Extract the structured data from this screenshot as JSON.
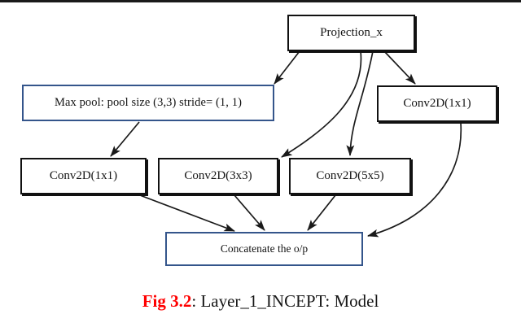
{
  "figure": {
    "caption_figure_number": "Fig 3.2",
    "caption_text": ": Layer_1_INCEPT: Model",
    "caption_number_color": "#ff0000",
    "caption_text_color": "#161616"
  },
  "colors": {
    "node_border_black": "#111111",
    "node_border_blue": "#34558b",
    "edge": "#1a1a1a",
    "background": "#ffffff"
  },
  "nodes": [
    {
      "id": "projection",
      "label": "Projection_x",
      "style": "black"
    },
    {
      "id": "maxpool",
      "label": "Max pool: pool size (3,3) stride= (1, 1)",
      "style": "blue"
    },
    {
      "id": "conv1x1_right",
      "label": "Conv2D(1x1)",
      "style": "black"
    },
    {
      "id": "conv1x1_left",
      "label": "Conv2D(1x1)",
      "style": "black"
    },
    {
      "id": "conv3x3",
      "label": "Conv2D(3x3)",
      "style": "black"
    },
    {
      "id": "conv5x5",
      "label": "Conv2D(5x5)",
      "style": "black"
    },
    {
      "id": "concat",
      "label": "Concatenate the o/p",
      "style": "blue"
    }
  ],
  "edges": [
    {
      "from": "projection",
      "to": "maxpool"
    },
    {
      "from": "projection",
      "to": "conv3x3"
    },
    {
      "from": "projection",
      "to": "conv5x5"
    },
    {
      "from": "projection",
      "to": "conv1x1_right"
    },
    {
      "from": "maxpool",
      "to": "conv1x1_left"
    },
    {
      "from": "conv1x1_left",
      "to": "concat"
    },
    {
      "from": "conv3x3",
      "to": "concat"
    },
    {
      "from": "conv5x5",
      "to": "concat"
    },
    {
      "from": "conv1x1_right",
      "to": "concat"
    }
  ]
}
